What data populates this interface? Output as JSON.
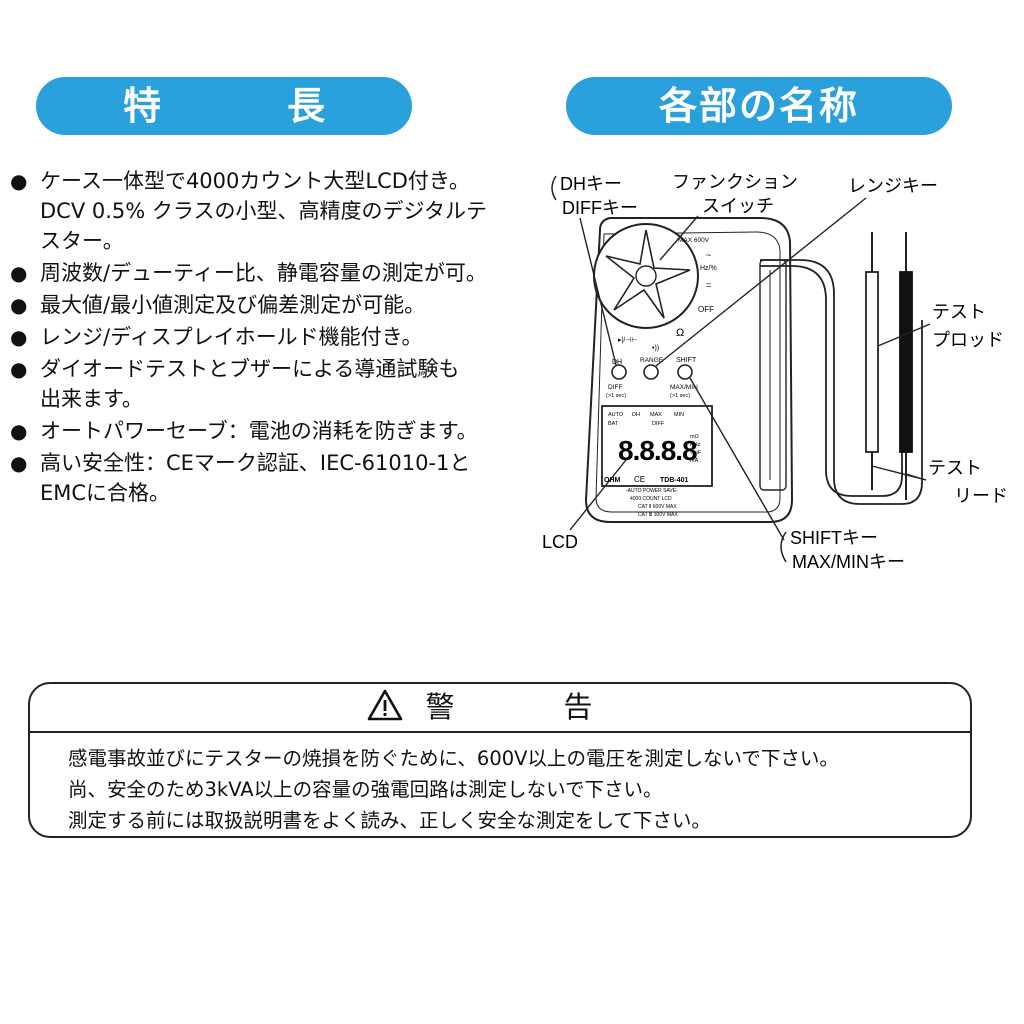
{
  "headers": {
    "features": "特　長",
    "parts": "各部の名称"
  },
  "features": [
    {
      "line1": " ケース一体型で4000カウント大型LCD付き。",
      "line2": "DCV 0.5% クラスの小型、高精度のデジタルテ",
      "line3": "スター。"
    },
    {
      "line1": "周波数/デューティー比、静電容量の測定が可。"
    },
    {
      "line1": "最大値/最小値測定及び偏差測定が可能。"
    },
    {
      "line1": "レンジ/ディスプレイホールド機能付き。"
    },
    {
      "line1": "ダイオードテストとブザーによる導通試験も",
      "line2": " 出来ます。"
    },
    {
      "line1": "オートパワーセーブ：電池の消耗を防ぎます。"
    },
    {
      "line1": "高い安全性：CEマーク認証、IEC-61010-1と",
      "line2": "EMCに合格。"
    }
  ],
  "diagram": {
    "labels": {
      "dh_key": "DHキー",
      "diff_key": "DIFFキー",
      "function_switch_1": "ファンクション",
      "function_switch_2": "スイッチ",
      "range_key": "レンジキー",
      "test_prod_1": "テスト",
      "test_prod_2": "プロッド",
      "test_lead_1": "テスト",
      "test_lead_2": "リード",
      "lcd": "LCD",
      "shift_key": "SHIFTキー",
      "maxmin_key": "MAX/MINキー"
    },
    "device": {
      "max_600v": "MAX 600V",
      "hz_pct": "Hz/%",
      "off": "OFF",
      "ohm": "Ω",
      "diode_cap": "▸|/⊣⊢",
      "buzzer": "•))",
      "dh": "DH",
      "range": "RANGE",
      "shift": "SHIFT",
      "diff": "DIFF",
      "diff_sub": "(>1 sec)",
      "maxmin": "MAX/MIN",
      "maxmin_sub": "(>1 sec)",
      "lcd_auto": "AUTO",
      "lcd_dh": "DH",
      "lcd_max": "MAX",
      "lcd_min": "MIN",
      "lcd_bat": "BAT",
      "lcd_diff": "DIFF",
      "lcd_digits": "8.8.8.8",
      "lcd_units": "mΩ",
      "lcd_units2": "KHz",
      "lcd_units3": "%nF",
      "lcd_units4": "mA",
      "brand": "OHM",
      "model": "TDB-401",
      "auto_power_save": "-AUTO POWER SAVE-",
      "count_lcd": "4000 COUNT LCD",
      "cat2": "CAT Ⅱ 600V MAX",
      "cat3": "CAT Ⅲ 300V MAX",
      "ce": "CE"
    }
  },
  "warning": {
    "title": "警　告",
    "lines": [
      "感電事故並びにテスターの焼損を防ぐために、600V以上の電圧を測定しないで下さい。",
      "尚、安全のため3kVA以上の容量の強電回路は測定しないで下さい。",
      "測定する前には取扱説明書をよく読み、正しく安全な測定をして下さい。"
    ]
  }
}
